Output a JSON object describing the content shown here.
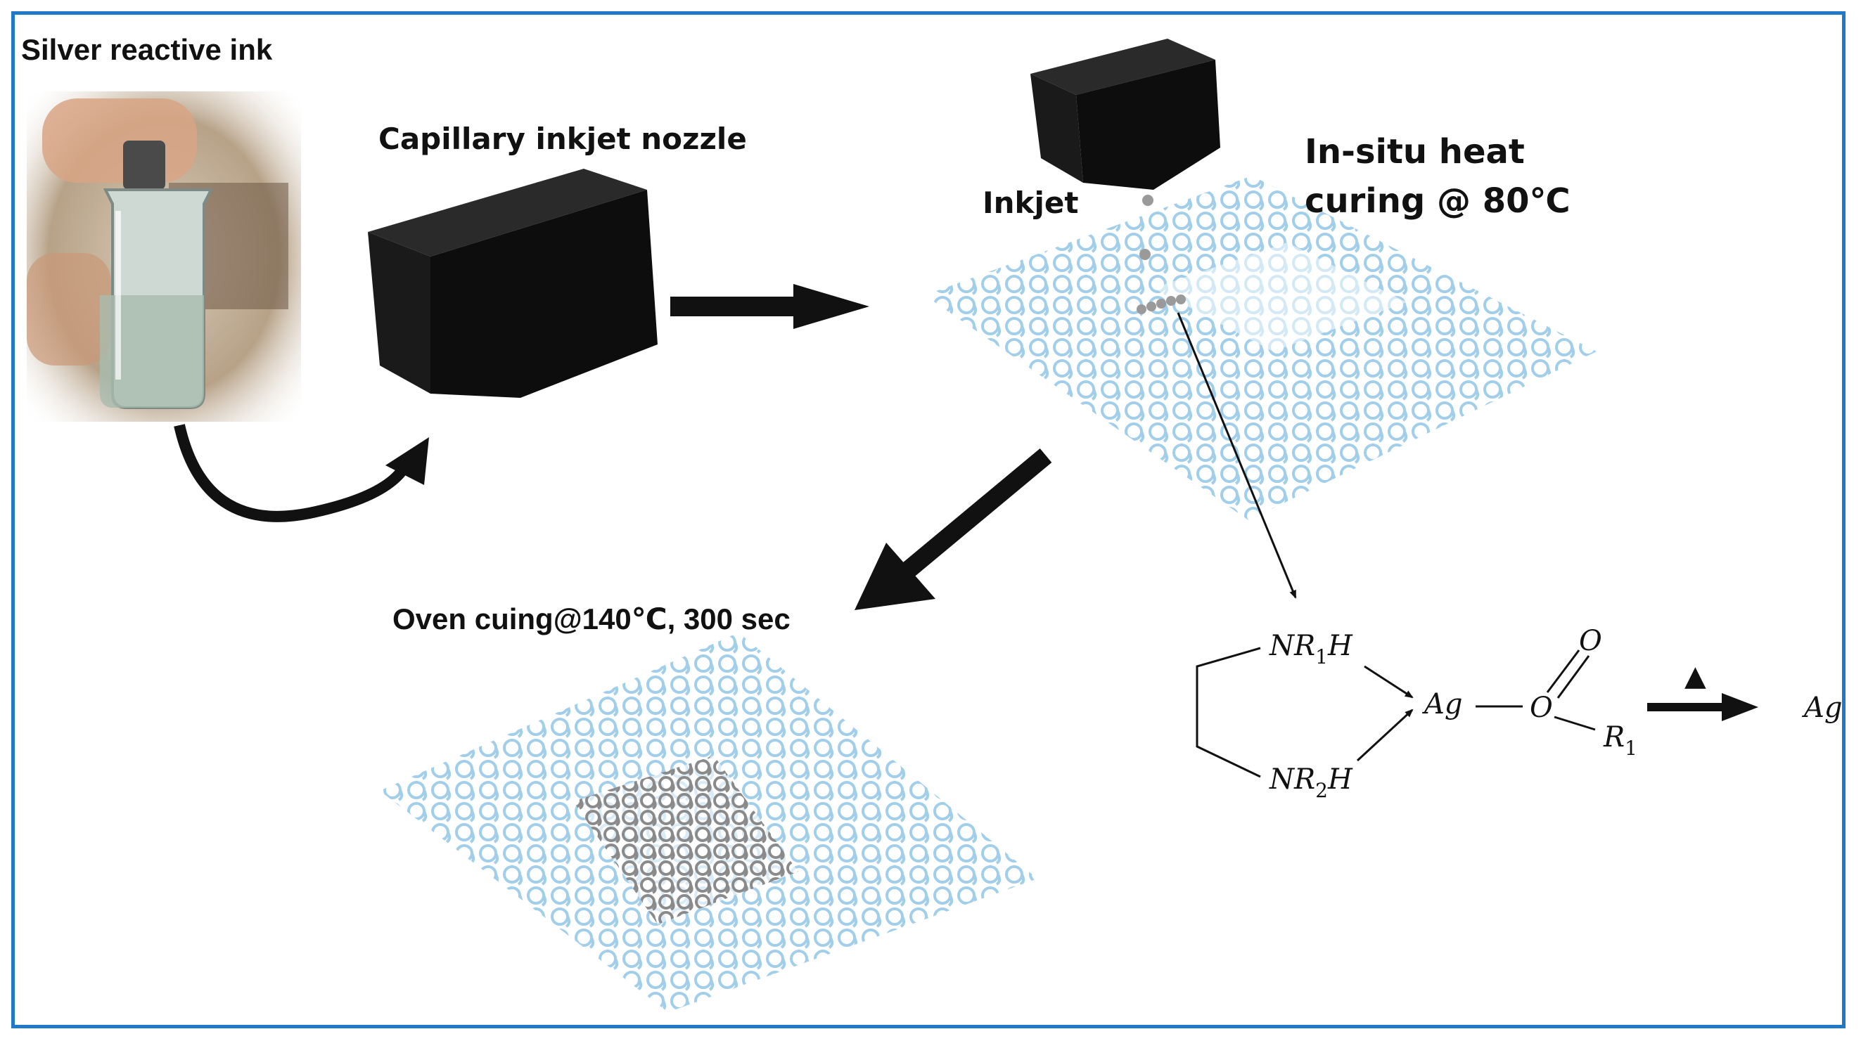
{
  "labels": {
    "ink": "Silver reactive ink",
    "nozzle": "Capillary inkjet nozzle",
    "inkjet": "Inkjet",
    "insitu_line1": "In-situ heat",
    "insitu_line2": "curing @ 80℃",
    "oven": "Oven cuing@140℃, 300 sec"
  },
  "reaction": {
    "amine1": "NR",
    "amine1_sub": "1",
    "amine1_h": "H",
    "amine2": "NR",
    "amine2_sub": "2",
    "amine2_h": "H",
    "silver": "Ag",
    "oxygen_single": "O",
    "oxygen_double": "O",
    "r_group": "R",
    "r_group_sub": "1",
    "product": "Ag",
    "heat_symbol": "▲"
  },
  "colors": {
    "frame": "#1f78c8",
    "fabric": "#9ccbea",
    "printed_trace": "#8a8a8a",
    "nozzle": "#111111"
  }
}
